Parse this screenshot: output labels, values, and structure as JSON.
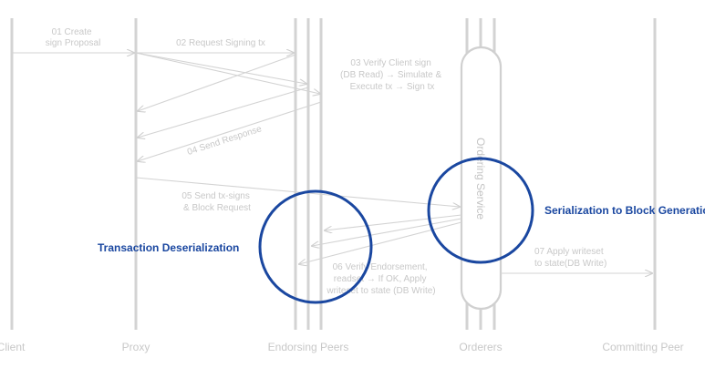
{
  "actors": {
    "client": "Client",
    "proxy": "Proxy",
    "endorsing_peers": "Endorsing Peers",
    "orderers": "Orderers",
    "committing_peer": "Committing Peer"
  },
  "ordering_service_label": "Ordering Service",
  "steps": {
    "s01": [
      "01 Create",
      "sign Proposal"
    ],
    "s02": [
      "02 Request Signing tx"
    ],
    "s03": [
      "03 Verify Client sign",
      "(DB Read) → Simulate &",
      "Execute tx → Sign tx"
    ],
    "s04": [
      "04 Send Response"
    ],
    "s05": [
      "05 Send tx-signs",
      "& Block Request"
    ],
    "s06": [
      "06 Verify Endorsement,",
      "readset → If OK, Apply",
      "writeset to state (DB Write)"
    ],
    "s07": [
      "07 Apply writeset",
      "to state(DB Write)"
    ]
  },
  "highlights": {
    "deserialization": "Transaction Deserialization",
    "serialization": "Serialization to Block Generation"
  },
  "colors": {
    "highlight": "#1a47a0",
    "lines": "#d3d3d3",
    "text": "#c8c8c8"
  }
}
